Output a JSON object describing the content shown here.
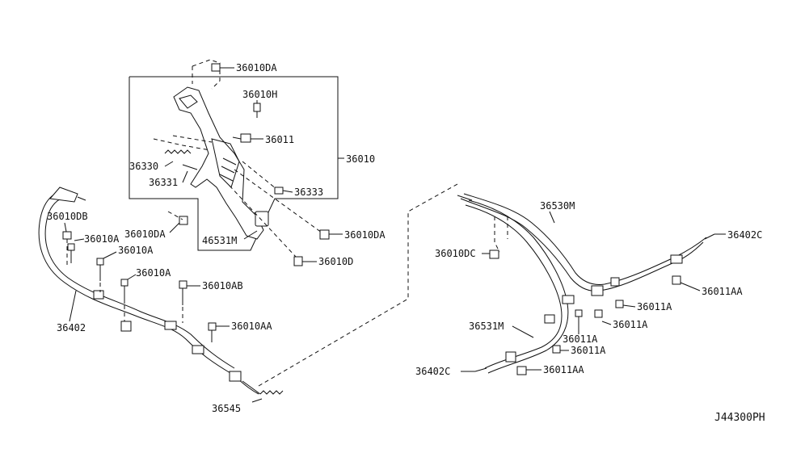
{
  "diagram_code": "J44300PH",
  "labels": {
    "l_36010DA_top": "36010DA",
    "l_36010H": "36010H",
    "l_36011": "36011",
    "l_36010": "36010",
    "l_36330": "36330",
    "l_36331": "36331",
    "l_36333": "36333",
    "l_36010DA_left": "36010DA",
    "l_46531M": "46531M",
    "l_36010DA_right": "36010DA",
    "l_36010D": "36010D",
    "l_36010DB": "36010DB",
    "l_36010A_1": "36010A",
    "l_36010A_2": "36010A",
    "l_36010A_3": "36010A",
    "l_36010AB": "36010AB",
    "l_36402": "36402",
    "l_36010AA": "36010AA",
    "l_36545": "36545",
    "l_36530M": "36530M",
    "l_36402C_right": "36402C",
    "l_36010DC": "36010DC",
    "l_36011AA_right": "36011AA",
    "l_36011A_1": "36011A",
    "l_36011A_2": "36011A",
    "l_36531M": "36531M",
    "l_36011A_3": "36011A",
    "l_36011A_4": "36011A",
    "l_36402C_left": "36402C",
    "l_36011AA_bottom": "36011AA"
  }
}
